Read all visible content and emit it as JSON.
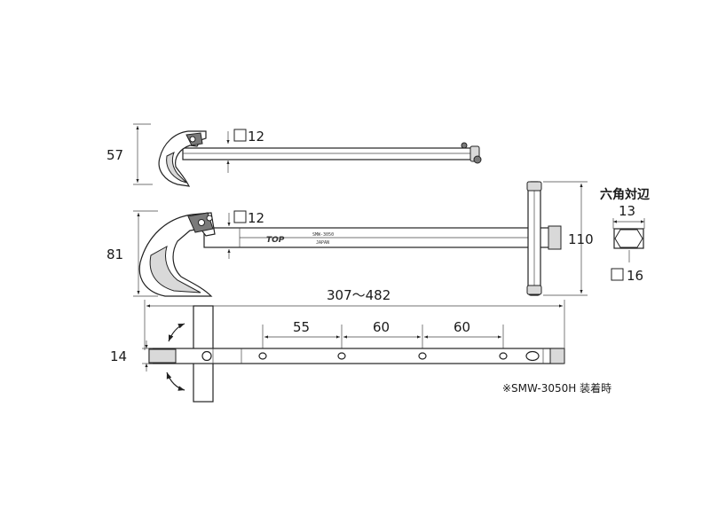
{
  "dimensions": {
    "top_height": "57",
    "top_square": "12",
    "mid_height": "81",
    "mid_square": "12",
    "t_handle_length": "110",
    "hex_label": "六角対辺",
    "hex_size": "13",
    "hex_square": "16",
    "total_length": "307〜482",
    "interval_1": "55",
    "interval_2": "60",
    "interval_3": "60",
    "bottom_height": "14"
  },
  "markings": {
    "logo": "TOP",
    "model": "SMW-3050",
    "origin": "JAPAN"
  },
  "note": "※SMW-3050H 装着時",
  "icons": [
    "square-symbol-icon",
    "rotate-arrow-icon"
  ]
}
